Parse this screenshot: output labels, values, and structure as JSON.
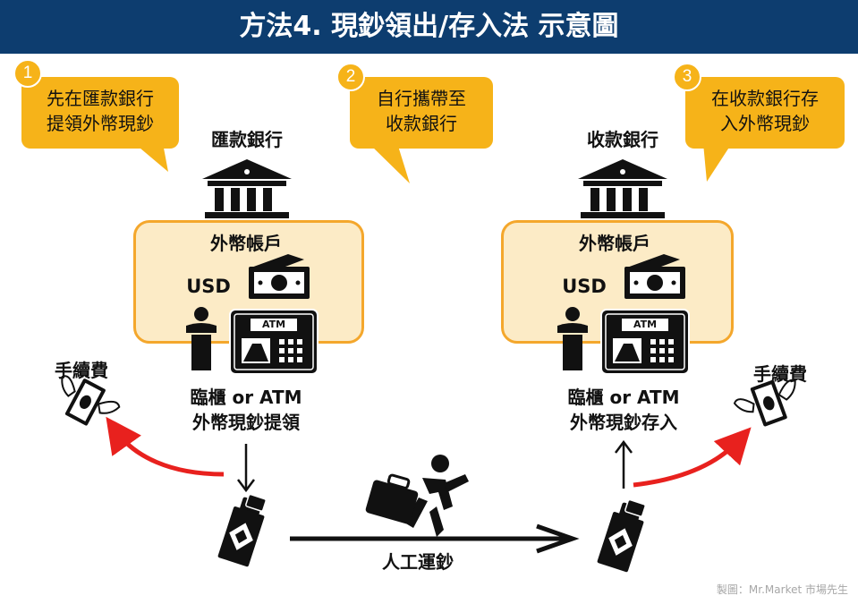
{
  "title": "方法4. 現鈔領出/存入法 示意圖",
  "steps": [
    {
      "num": "1",
      "text_line1": "先在匯款銀行",
      "text_line2": "提領外幣現鈔"
    },
    {
      "num": "2",
      "text_line1": "自行攜帶至",
      "text_line2": "收款銀行"
    },
    {
      "num": "3",
      "text_line1": "在收款銀行存",
      "text_line2": "入外幣現鈔"
    }
  ],
  "left_bank": {
    "name": "匯款銀行",
    "account_label": "外幣帳戶",
    "currency": "USD",
    "atm_text": "ATM",
    "channel": "臨櫃 or ATM",
    "action": "外幣現鈔提領",
    "fee_label": "手續費"
  },
  "right_bank": {
    "name": "收款銀行",
    "account_label": "外幣帳戶",
    "currency": "USD",
    "atm_text": "ATM",
    "channel": "臨櫃 or ATM",
    "action": "外幣現鈔存入",
    "fee_label": "手續費"
  },
  "transport_label": "人工運鈔",
  "credit": "製圖：Mr.Market  市場先生",
  "colors": {
    "title_bg": "#0d3d6f",
    "bubble": "#f6b319",
    "account_box": "#fcebc6",
    "account_border": "#f4a72c",
    "fee_arrow": "#e8211e"
  }
}
